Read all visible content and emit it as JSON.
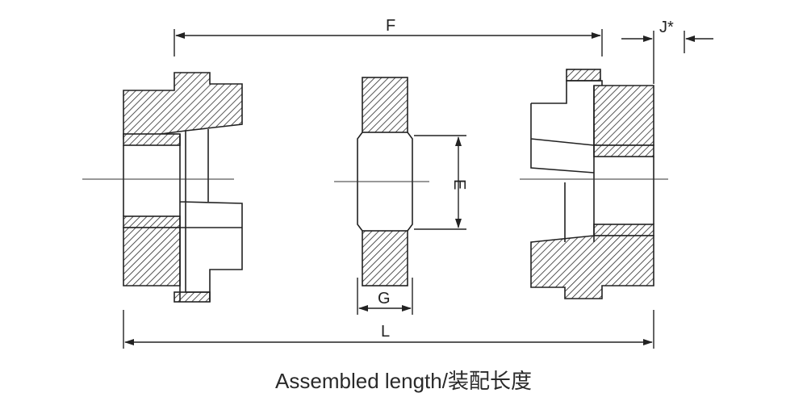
{
  "labels": {
    "F": "F",
    "J": "J*",
    "E": "E",
    "G": "G",
    "L": "L"
  },
  "caption": "Assembled length/装配长度",
  "colors": {
    "ink": "#222222",
    "background": "#ffffff"
  }
}
